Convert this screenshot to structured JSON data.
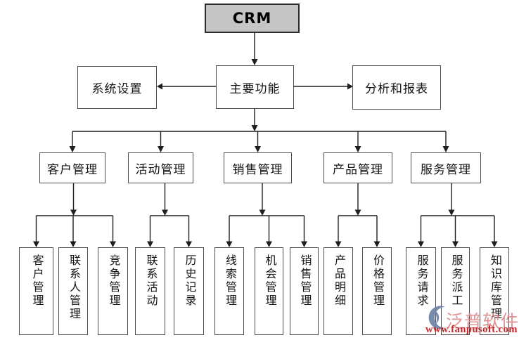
{
  "root": {
    "label": "CRM"
  },
  "hub": {
    "label": "主要功能"
  },
  "side_left": {
    "label": "系统设置"
  },
  "side_right": {
    "label": "分析和报表"
  },
  "modules": [
    {
      "label": "客户管理",
      "children": [
        "客户管理",
        "联系人管理",
        "竞争管理"
      ]
    },
    {
      "label": "活动管理",
      "children": [
        "联系活动",
        "历史记录"
      ]
    },
    {
      "label": "销售管理",
      "children": [
        "线索管理",
        "机会管理",
        "销售管理"
      ]
    },
    {
      "label": "产品管理",
      "children": [
        "产品明细",
        "价格管理"
      ]
    },
    {
      "label": "服务管理",
      "children": [
        "服务请求",
        "服务派工",
        "知识库管理"
      ]
    }
  ],
  "watermark": {
    "brand": "泛普软件",
    "url": "www.fanpusoft.com",
    "brand_color": "#d98282",
    "url_color": "#c5262a",
    "logo_color": "#6d83a4"
  },
  "colors": {
    "root_fill": "#c5c5c5",
    "box_border": "#4d4d4d",
    "line": "#1f1f1f",
    "background": "#ffffff"
  }
}
